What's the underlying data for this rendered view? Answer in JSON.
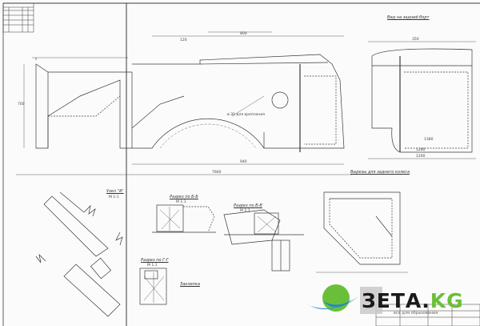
{
  "drawing": {
    "labels": {
      "rear_view": "Вид на задний борт",
      "node_a": "Узел \"А\"",
      "node_a_scale": "М 1:1",
      "section_bb": "Разрез по Б-Б",
      "section_bb_scale": "М 1:1",
      "section_vv": "Разрез по В-В",
      "section_vv_scale": "М 1:1",
      "section_gg": "Разрез по Г-Г",
      "section_gg_scale": "М 1:1",
      "rivet": "Заклепка",
      "wheel_cutout": "Вырезы для заднего колеса",
      "holes_note": "ø 30 для крепления"
    },
    "dimensions": [
      "7660",
      "1200",
      "350",
      "700",
      "1380",
      "1280",
      "800",
      "120",
      "940"
    ]
  },
  "watermark": {
    "brand": "ЗЕТА.",
    "brand_suffix": "KG",
    "tagline": "всё для образования"
  },
  "colors": {
    "ink": "#3a3a3a",
    "logo_blue": "#1e88c8",
    "logo_green": "#6abf3a"
  }
}
